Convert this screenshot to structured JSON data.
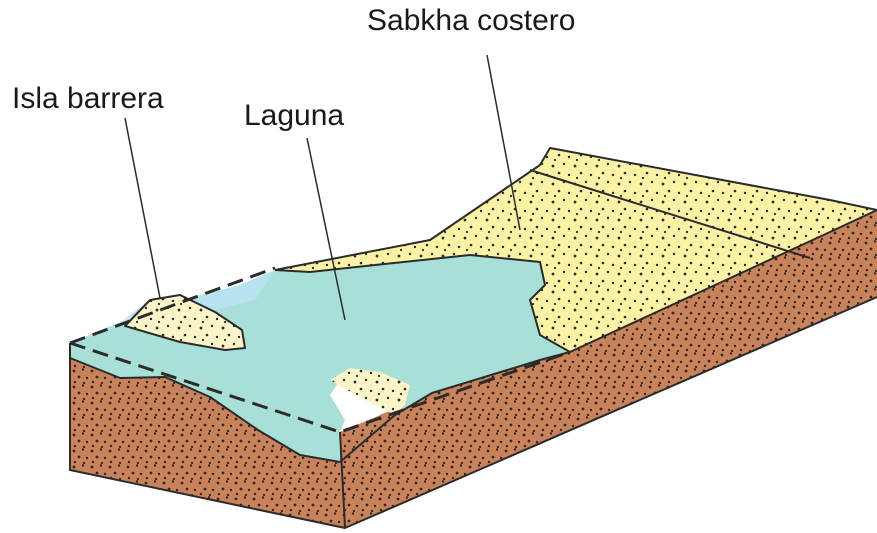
{
  "labels": {
    "sabkha": "Sabkha costero",
    "barrier_island": "Isla barrera",
    "lagoon": "Laguna"
  },
  "colors": {
    "sand": "#fbf2a6",
    "sand_light": "#fbf4c9",
    "lagoon": "#a8dfd6",
    "sea": "#b9e2f0",
    "sediment": "#c9825a",
    "dots": "#2a2a2a",
    "outline": "#2b2b2b"
  }
}
